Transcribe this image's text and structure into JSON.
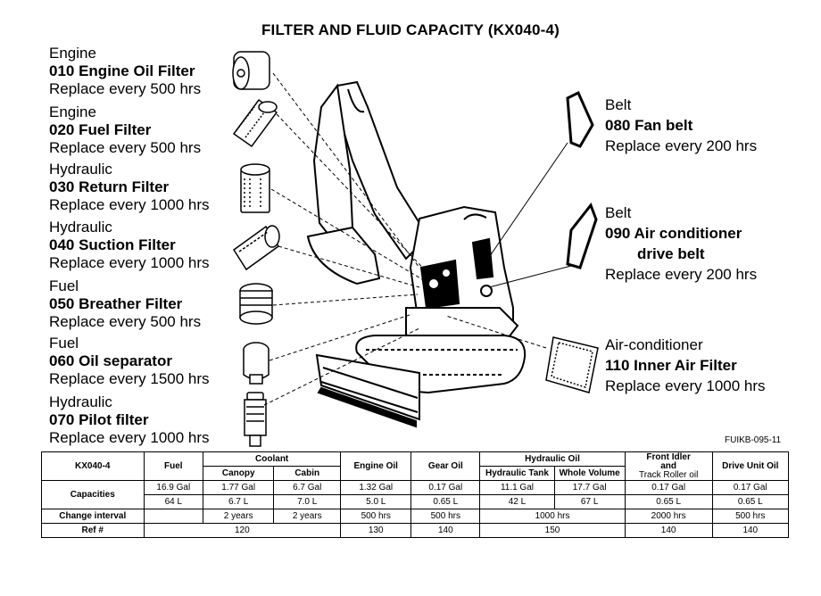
{
  "title": "FILTER AND FLUID CAPACITY (KX040-4)",
  "ref_code": "FUIKB-095-11",
  "left_items": [
    {
      "category": "Engine",
      "name": "010 Engine Oil Filter",
      "replace": "Replace every 500 hrs"
    },
    {
      "category": "Engine",
      "name": "020 Fuel Filter",
      "replace": "Replace every 500 hrs"
    },
    {
      "category": "Hydraulic",
      "name": "030 Return Filter",
      "replace": "Replace every 1000 hrs"
    },
    {
      "category": "Hydraulic",
      "name": "040 Suction Filter",
      "replace": "Replace every 1000 hrs"
    },
    {
      "category": "Fuel",
      "name": "050 Breather Filter",
      "replace": "Replace every 500 hrs"
    },
    {
      "category": "Fuel",
      "name": "060 Oil separator",
      "replace": "Replace every 1500 hrs"
    },
    {
      "category": "Hydraulic",
      "name": "070 Pilot filter",
      "replace": "Replace every 1000 hrs"
    }
  ],
  "right_items": {
    "fan_belt": {
      "category": "Belt",
      "name": "080 Fan belt",
      "replace": "Replace every 200 hrs"
    },
    "ac_belt": {
      "category": "Belt",
      "name": "090 Air conditioner",
      "name2": "drive belt",
      "replace": "Replace every 200 hrs"
    },
    "air_filter": {
      "category": "Air-conditioner",
      "name": "110 Inner Air Filter",
      "replace": "Replace every 1000 hrs"
    }
  },
  "table": {
    "model": "KX040-4",
    "fuel": "Fuel",
    "coolant": "Coolant",
    "canopy": "Canopy",
    "cabin": "Cabin",
    "engine_oil": "Engine Oil",
    "gear_oil": "Gear Oil",
    "hydraulic_oil": "Hydraulic Oil",
    "hydraulic_tank": "Hydraulic Tank",
    "whole_volume": "Whole Volume",
    "front_idler_1": "Front Idler",
    "front_idler_2": "and",
    "front_idler_3": "Track Roller oil",
    "drive_unit_oil": "Drive Unit Oil",
    "capacities": "Capacities",
    "gal": [
      "16.9 Gal",
      "1.77 Gal",
      "6.7 Gal",
      "1.32 Gal",
      "0.17 Gal",
      "11.1 Gal",
      "17.7 Gal",
      "0.17 Gal",
      "0.17 Gal"
    ],
    "liters": [
      "64 L",
      "6.7 L",
      "7.0 L",
      "5.0 L",
      "0.65 L",
      "42 L",
      "67 L",
      "0.65 L",
      "0.65 L"
    ],
    "change_interval_label": "Change interval",
    "intervals": {
      "canopy": "2 years",
      "cabin": "2 years",
      "engine_oil": "500 hrs",
      "gear_oil": "500 hrs",
      "hydraulic": "1000 hrs",
      "front_idler": "2000 hrs",
      "drive_unit": "500 hrs"
    },
    "ref_label": "Ref #",
    "refs": {
      "fuel_coolant": "120",
      "engine_oil": "130",
      "gear_oil": "140",
      "hydraulic": "150",
      "front_idler": "140",
      "drive_unit": "140"
    }
  }
}
